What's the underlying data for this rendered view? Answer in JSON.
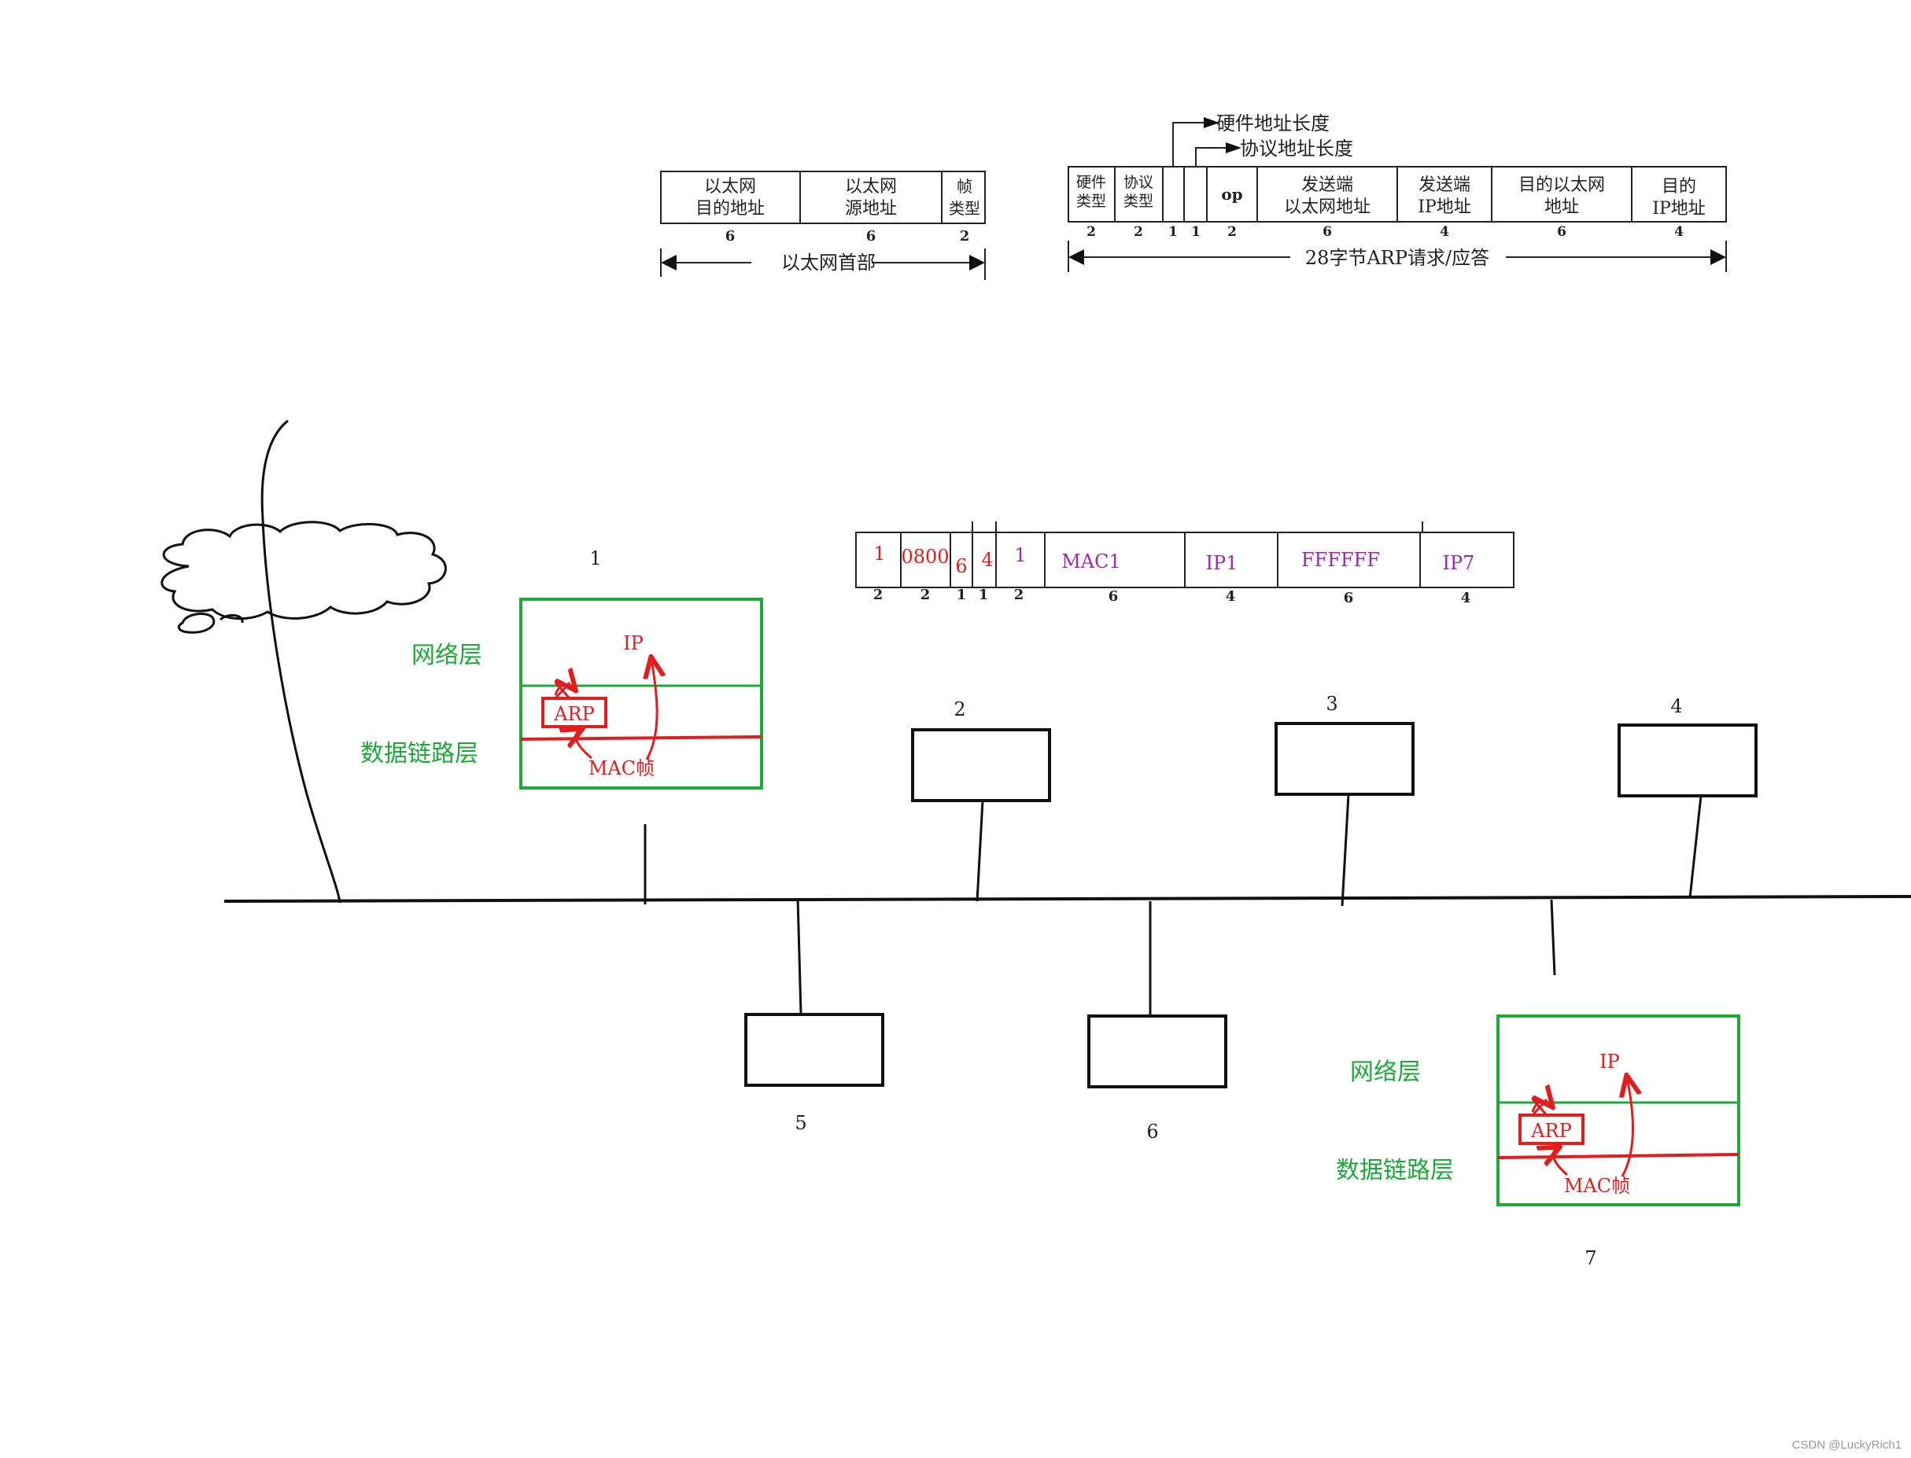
{
  "eth_header": {
    "fields": [
      {
        "l1": "以太网",
        "l2": "目的地址",
        "size": "6"
      },
      {
        "l1": "以太网",
        "l2": "源地址",
        "size": "6"
      },
      {
        "l1": "帧",
        "l2": "类型",
        "size": "2"
      }
    ],
    "span_label": "以太网首部"
  },
  "arp_format": {
    "fields": [
      {
        "l1": "硬件",
        "l2": "类型",
        "size": "2"
      },
      {
        "l1": "协议",
        "l2": "类型",
        "size": "2"
      },
      {
        "l1": "",
        "l2": "",
        "size": "1"
      },
      {
        "l1": "",
        "l2": "",
        "size": "1"
      },
      {
        "l1": "op",
        "l2": "",
        "size": "2"
      },
      {
        "l1": "发送端",
        "l2": "以太网地址",
        "size": "6"
      },
      {
        "l1": "发送端",
        "l2": "IP地址",
        "size": "4"
      },
      {
        "l1": "目的以太网",
        "l2": "地址",
        "size": "6"
      },
      {
        "l1": "目的",
        "l2": "IP地址",
        "size": "4"
      }
    ],
    "callout_hw_len": "硬件地址长度",
    "callout_proto_len": "协议地址长度",
    "span_label": "28字节ARP请求/应答"
  },
  "arp_filled": {
    "fields": [
      {
        "value": "1",
        "size": "2",
        "color": "red"
      },
      {
        "value": "0800",
        "size": "2",
        "color": "red"
      },
      {
        "value": "6",
        "size": "1",
        "color": "red"
      },
      {
        "value": "4",
        "size": "1",
        "color": "red"
      },
      {
        "value": "1",
        "size": "2",
        "color": "purple"
      },
      {
        "value": "MAC1",
        "size": "6",
        "color": "purple"
      },
      {
        "value": "IP1",
        "size": "4",
        "color": "purple"
      },
      {
        "value": "FFFFFF",
        "size": "6",
        "color": "purple"
      },
      {
        "value": "IP7",
        "size": "4",
        "color": "purple"
      }
    ]
  },
  "hosts": [
    {
      "number": "1"
    },
    {
      "number": "2"
    },
    {
      "number": "3"
    },
    {
      "number": "4"
    },
    {
      "number": "5"
    },
    {
      "number": "6"
    },
    {
      "number": "7"
    }
  ],
  "stack": {
    "network_layer": "网络层",
    "datalink_layer": "数据链路层",
    "arp": "ARP",
    "ip": "IP",
    "mac_frame": "MAC帧"
  },
  "colors": {
    "red": "#e21d1d",
    "purple": "#9b2aa8",
    "green": "#1fa83a",
    "line": "#111111"
  },
  "watermark": "CSDN @LuckyRich1"
}
